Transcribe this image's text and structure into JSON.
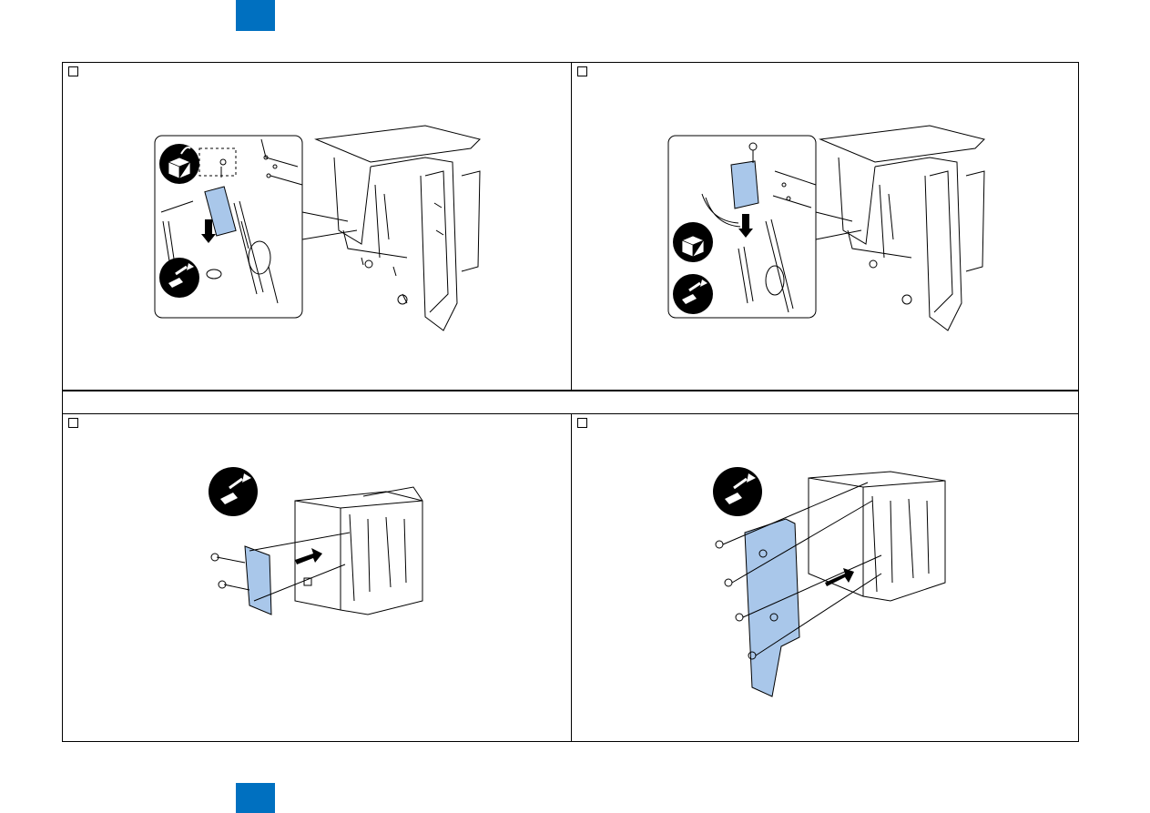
{
  "header": {
    "tab_color": "#0070c0"
  },
  "footer": {
    "tab_color": "#0070c0"
  },
  "accent_part_color": "#a9c7ea",
  "panels": [
    {
      "id": "step-1",
      "icons": [
        "unpack-icon",
        "screw-remove-icon"
      ]
    },
    {
      "id": "step-2",
      "icons": [
        "unpack-icon",
        "screw-remove-icon"
      ]
    },
    {
      "id": "step-3",
      "icons": [
        "screw-remove-icon"
      ]
    },
    {
      "id": "step-4",
      "icons": [
        "screw-remove-icon"
      ]
    }
  ]
}
